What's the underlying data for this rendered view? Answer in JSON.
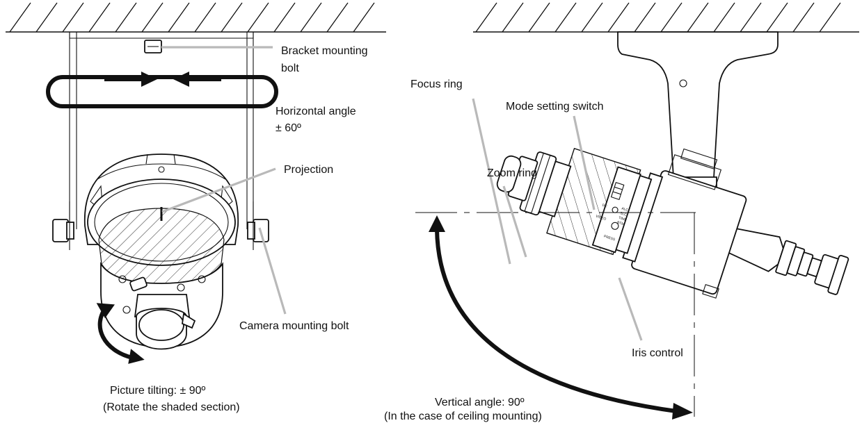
{
  "labels": {
    "bracket_bolt": [
      "Bracket mounting",
      "bolt"
    ],
    "horizontal_angle": [
      "Horizontal angle",
      "± 60º"
    ],
    "projection": "Projection",
    "camera_bolt": "Camera mounting bolt",
    "picture_tilting": [
      "Picture tilting: ± 90º",
      "(Rotate the shaded section)"
    ],
    "focus_ring": "Focus ring",
    "zoom_ring": "Zoom ring",
    "mode_switch": "Mode setting switch",
    "iris_control": "Iris control",
    "vertical_angle": [
      "Vertical angle: 90º",
      "(In the case of ceiling mounting)"
    ]
  },
  "switch_text": {
    "left": [
      "DC",
      "VIDEO"
    ],
    "right": [
      "ALC",
      "SLC",
      "TIME",
      "BTM"
    ],
    "iris": "PRESS"
  },
  "colors": {
    "line": "#111111",
    "leader": "#b9b9b9",
    "background": "#ffffff"
  }
}
